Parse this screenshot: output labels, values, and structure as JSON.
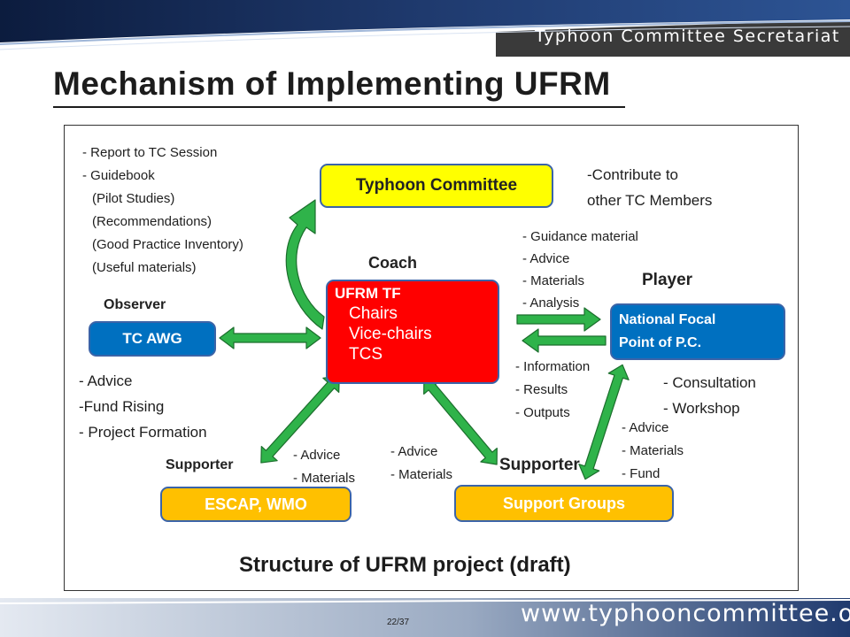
{
  "header": {
    "org": "Typhoon Committee Secretariat"
  },
  "title": "Mechanism of Implementing UFRM",
  "boxes": {
    "typhoon_committee": "Typhoon Committee",
    "ufrm_tf_title": "UFRM TF",
    "ufrm_tf_lines": [
      "Chairs",
      "Vice-chairs",
      "TCS"
    ],
    "tc_awg": "TC AWG",
    "national_focal_lines": [
      "National Focal",
      "Point of P.C."
    ],
    "escap_wmo": "ESCAP, WMO",
    "support_groups": "Support Groups"
  },
  "roles": {
    "coach": "Coach",
    "observer": "Observer",
    "player": "Player",
    "supporter_left": "Supporter",
    "supporter_right": "Supporter"
  },
  "notes": {
    "report_list": [
      "- Report to TC Session",
      "- Guidebook",
      "(Pilot Studies)",
      "(Recommendations)",
      "(Good Practice Inventory)",
      "(Useful materials)"
    ],
    "contribute": [
      "-Contribute to",
      "other TC Members"
    ],
    "guidance": [
      "- Guidance material",
      "- Advice",
      "- Materials",
      "- Analysis"
    ],
    "information": [
      "- Information",
      "- Results",
      "- Outputs"
    ],
    "consultation": [
      "- Consultation",
      "- Workshop"
    ],
    "observer_items": [
      "- Advice",
      "-Fund Rising",
      "- Project Formation"
    ],
    "escap_items": [
      "- Advice",
      "- Materials"
    ],
    "support_items": [
      "- Advice",
      "- Materials"
    ],
    "player_support_items": [
      "- Advice",
      "- Materials",
      "- Fund"
    ]
  },
  "caption": "Structure of UFRM project (draft)",
  "footer": {
    "url": "www.typhooncommittee.org",
    "page": "22/37"
  },
  "colors": {
    "yellow_box": "#ffff00",
    "red_box": "#ff0000",
    "blue_box": "#0070c0",
    "orange_box": "#ffc000",
    "arrow_green": "#2fb34a",
    "header_blue": "#1f3a6e"
  }
}
